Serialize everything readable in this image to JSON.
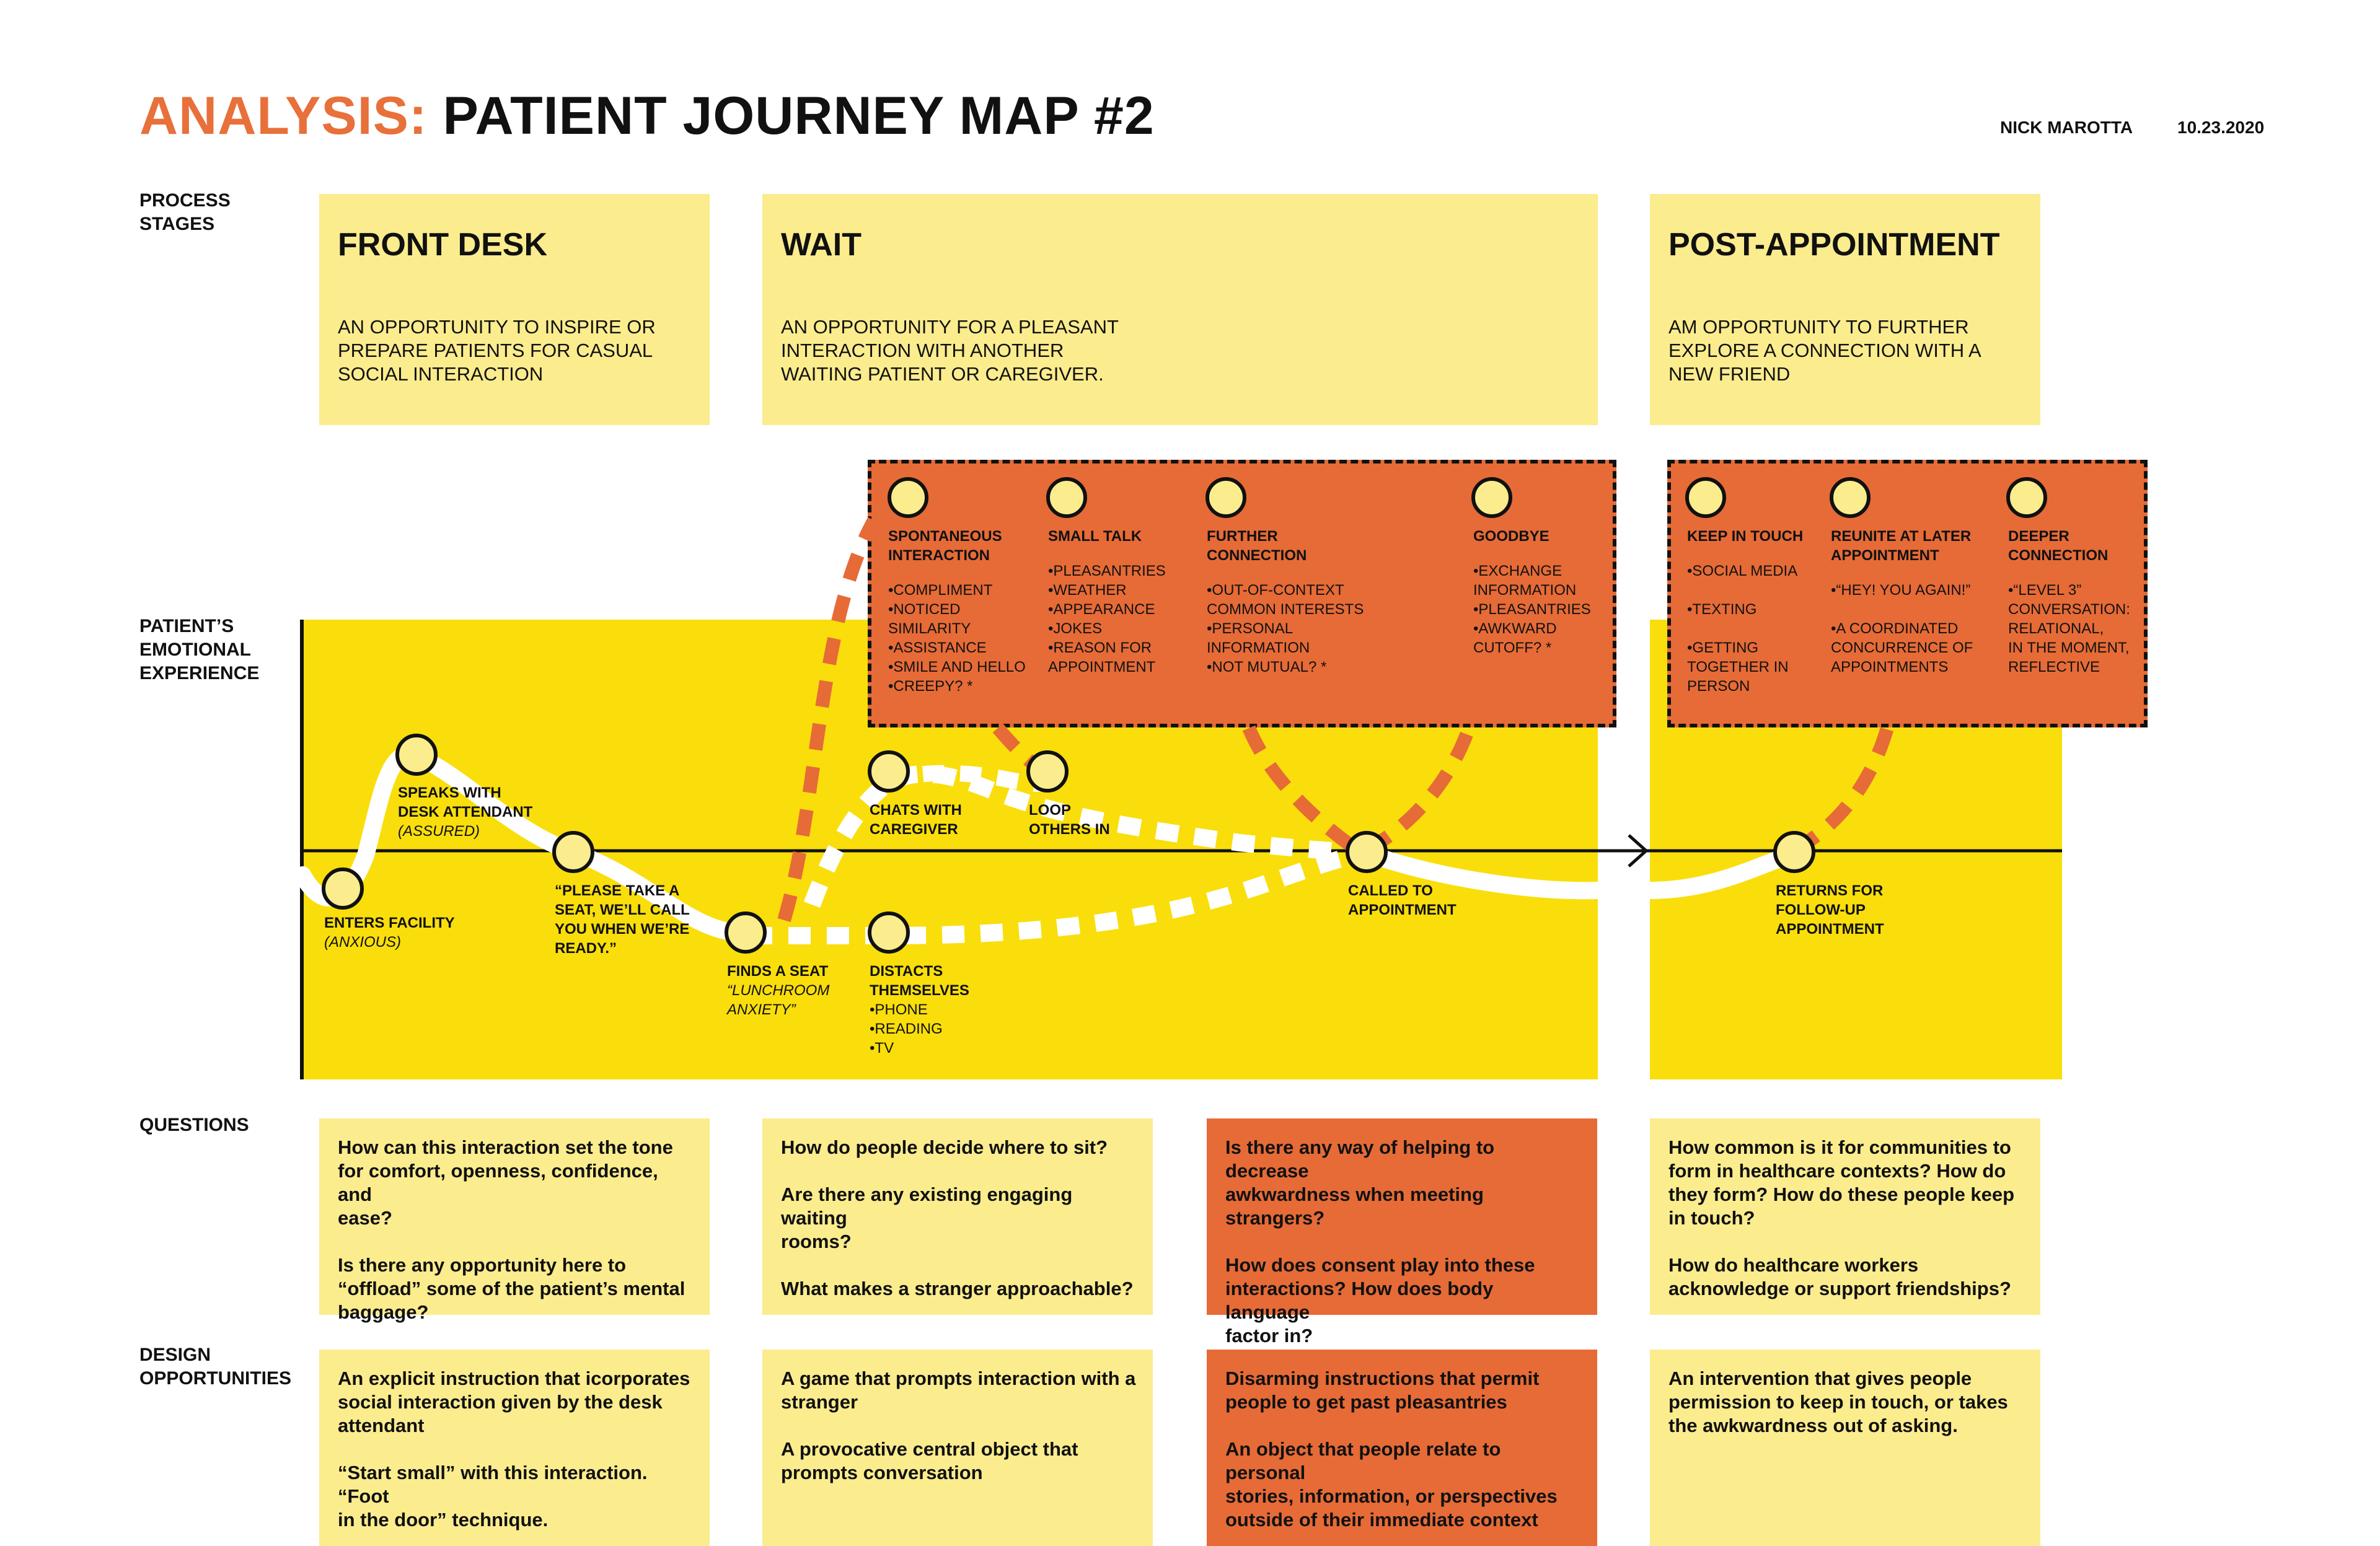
{
  "header": {
    "title_prefix": "ANALYSIS:",
    "title_main": "PATIENT JOURNEY MAP #2",
    "author": "NICK MAROTTA",
    "date": "10.23.2020"
  },
  "row_labels": {
    "process": "PROCESS\nSTAGES",
    "emotional": "PATIENT’S\nEMOTIONAL\nEXPERIENCE",
    "questions": "QUESTIONS",
    "design": "DESIGN\nOPPORTUNITIES"
  },
  "stages": [
    {
      "title": "FRONT DESK",
      "description": "AN OPPORTUNITY TO INSPIRE OR\nPREPARE PATIENTS FOR CASUAL\nSOCIAL INTERACTION"
    },
    {
      "title": "WAIT",
      "description": "AN OPPORTUNITY FOR A PLEASANT\nINTERACTION WITH ANOTHER\nWAITING PATIENT OR CAREGIVER."
    },
    {
      "title": "POST-APPOINTMENT",
      "description": "AM OPPORTUNITY TO FURTHER\nEXPLORE A CONNECTION WITH A\nNEW FRIEND"
    }
  ],
  "journey_nodes": {
    "enters": {
      "label": "ENTERS FACILITY",
      "note": "(ANXIOUS)"
    },
    "speaks": {
      "label": "SPEAKS WITH\nDESK ATTENDANT",
      "note": "(ASSURED)"
    },
    "please": {
      "label": "“PLEASE TAKE A\nSEAT, WE’LL CALL\nYOU WHEN WE’RE\nREADY.”"
    },
    "finds": {
      "label": "FINDS A SEAT",
      "note": "“LUNCHROOM\nANXIETY”"
    },
    "distracts": {
      "label": "DISTACTS\nTHEMSELVES",
      "list": "•PHONE\n•READING\n•TV"
    },
    "chats": {
      "label": "CHATS WITH\nCAREGIVER"
    },
    "loop": {
      "label": "LOOP\nOTHERS IN"
    },
    "called": {
      "label": "CALLED TO\nAPPOINTMENT"
    },
    "returns": {
      "label": "RETURNS FOR\nFOLLOW-UP\nAPPOINTMENT"
    }
  },
  "wait_popup": [
    {
      "title": "SPONTANEOUS\nINTERACTION",
      "body": "•COMPLIMENT\n•NOTICED\nSIMILARITY\n•ASSISTANCE\n•SMILE AND HELLO\n•CREEPY? *"
    },
    {
      "title": "SMALL TALK",
      "body": "•PLEASANTRIES\n•WEATHER\n•APPEARANCE\n•JOKES\n•REASON FOR\nAPPOINTMENT"
    },
    {
      "title": "FURTHER\nCONNECTION",
      "body": "•OUT-OF-CONTEXT\nCOMMON INTERESTS\n•PERSONAL\nINFORMATION\n•NOT MUTUAL? *"
    },
    {
      "title": "GOODBYE",
      "body": "•EXCHANGE\nINFORMATION\n•PLEASANTRIES\n•AWKWARD\nCUTOFF? *"
    }
  ],
  "post_popup": [
    {
      "title": "KEEP IN TOUCH",
      "body": "•SOCIAL MEDIA\n\n•TEXTING\n\n•GETTING\nTOGETHER IN\nPERSON"
    },
    {
      "title": "REUNITE AT LATER\nAPPOINTMENT",
      "body": "•“HEY! YOU AGAIN!”\n\n•A COORDINATED\nCONCURRENCE OF\nAPPOINTMENTS"
    },
    {
      "title": "DEEPER\nCONNECTION",
      "body": "•“LEVEL 3”\nCONVERSATION:\nRELATIONAL,\nIN THE MOMENT,\nREFLECTIVE"
    }
  ],
  "questions": [
    "How can this interaction set the tone\nfor comfort, openness, confidence, and\nease?\n\nIs there any opportunity here to\n“offload” some of the patient’s mental\nbaggage?",
    "How do people decide where to sit?\n\nAre there any existing engaging waiting\nrooms?\n\nWhat makes a stranger approachable?",
    "Is there any way of helping to decrease\nawkwardness when meeting strangers?\n\nHow does consent play into these\ninteractions? How does body language\nfactor in?",
    "How common is it for communities to\nform in healthcare contexts? How do\nthey form? How do these people keep\nin touch?\n\nHow do healthcare workers\nacknowledge or support friendships?"
  ],
  "design_opportunities": [
    "An explicit instruction that icorporates\nsocial interaction given by the desk\nattendant\n\n“Start small” with this interaction. “Foot\nin the door” technique.",
    "A game that prompts interaction with a\nstranger\n\nA provocative central object that\nprompts conversation",
    "Disarming instructions that permit\npeople to get past pleasantries\n\nAn object that people relate to personal\nstories, information, or perspectives\noutside of their immediate context",
    "An intervention that gives people\npermission to keep in touch, or takes\nthe awkwardness out of asking."
  ],
  "colors": {
    "accent_orange": "#E8703A",
    "card_orange": "#E66B37",
    "light_yellow": "#FBEC8E",
    "band_yellow": "#F9DE0B",
    "node_fill": "#FBEC8E"
  }
}
